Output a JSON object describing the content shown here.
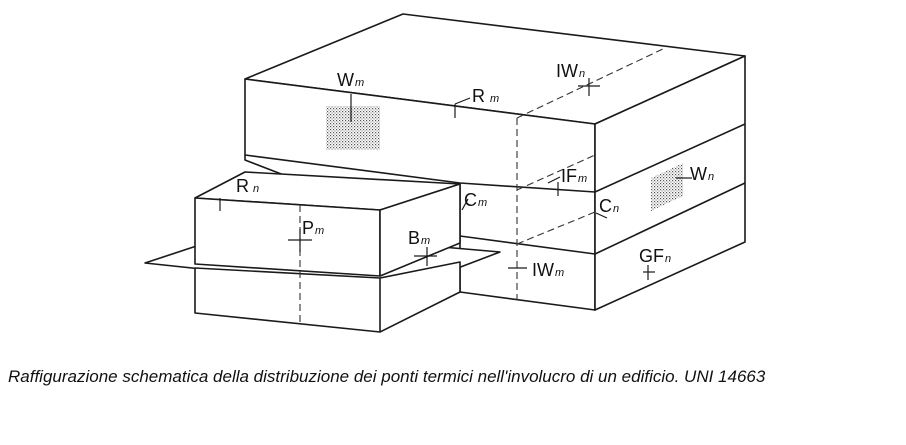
{
  "labels": {
    "wm": {
      "main": "W",
      "sub": "m"
    },
    "rm": {
      "main": "R",
      "sub": "m"
    },
    "iwn": {
      "main": "IW",
      "sub": "n"
    },
    "rn": {
      "main": "R",
      "sub": "n"
    },
    "ifm": {
      "main": "IF",
      "sub": "m"
    },
    "wn": {
      "main": "W",
      "sub": "n"
    },
    "cm": {
      "main": "C",
      "sub": "m"
    },
    "cn": {
      "main": "C",
      "sub": "n"
    },
    "pm": {
      "main": "P",
      "sub": "m"
    },
    "bm": {
      "main": "B",
      "sub": "m"
    },
    "iwm": {
      "main": "IW",
      "sub": "m"
    },
    "gfn": {
      "main": "GF",
      "sub": "n"
    }
  },
  "caption": "Raffigurazione schematica della distribuzione dei ponti termici nell'involucro di un edificio. UNI 14663"
}
